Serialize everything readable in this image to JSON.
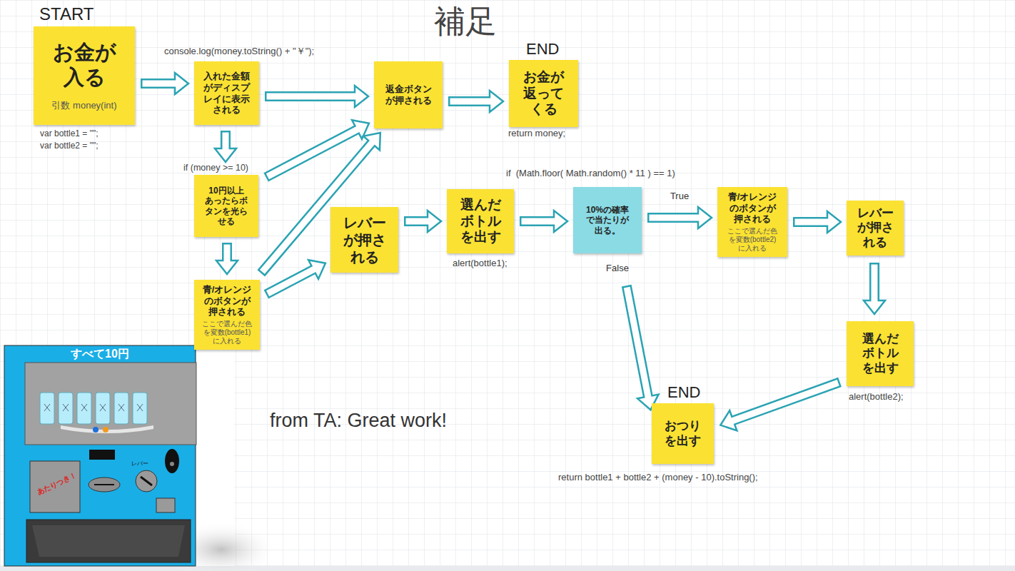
{
  "diagram": {
    "title": "補足",
    "nodes": [
      {
        "text": [
          "START",
          "お金が 入る",
          "引数 money(int)"
        ]
      },
      {
        "text": [
          "入れた金額 がディスプ レイに表示 される"
        ]
      },
      {
        "text": [
          "返金ボタン が押される"
        ]
      },
      {
        "text": [
          "END",
          "お金が 返って くる"
        ]
      },
      {
        "text": [
          "10円以上 あったらボ タンを光ら せる"
        ]
      },
      {
        "text": [
          "青/オレンジ のボタンが 押される",
          "ここで選んだ色 を変数(bottle1) に入れる"
        ]
      },
      {
        "text": [
          "レバー が押さ れる"
        ]
      },
      {
        "text": [
          "選んだ ボトル を出す"
        ]
      },
      {
        "text": [
          "10%の確率 で当たりが 出る。"
        ]
      },
      {
        "text": [
          "青/オレンジ のボタンが 押される",
          "ここで選んだ色 を変数(bottle2) に入れる"
        ]
      },
      {
        "text": [
          "レバー が押さ れる"
        ]
      },
      {
        "text": [
          "選んだ ボトル を出す"
        ]
      },
      {
        "text": [
          "END",
          "おつり を出す"
        ]
      }
    ],
    "edges": [
      {
        "from": 0,
        "to": 1,
        "arrow": "to"
      },
      {
        "from": 1,
        "to": 2,
        "arrow": "to"
      },
      {
        "from": 1,
        "to": 4,
        "arrow": "to"
      },
      {
        "from": 4,
        "to": 2,
        "arrow": "to"
      },
      {
        "from": 4,
        "to": 5,
        "arrow": "to"
      },
      {
        "from": 5,
        "to": 2,
        "arrow": "to"
      },
      {
        "from": 5,
        "to": 6,
        "arrow": "to"
      },
      {
        "from": 2,
        "to": 3,
        "arrow": "to"
      },
      {
        "from": 6,
        "to": 7,
        "arrow": "to"
      },
      {
        "from": 7,
        "to": 8,
        "arrow": "to"
      },
      {
        "from": 8,
        "to": 9,
        "label": "True",
        "arrow": "to"
      },
      {
        "from": 9,
        "to": 10,
        "arrow": "to"
      },
      {
        "from": 10,
        "to": 11,
        "arrow": "to"
      },
      {
        "from": 8,
        "to": 12,
        "label": "False",
        "arrow": "to"
      },
      {
        "from": 11,
        "to": 12,
        "arrow": "to"
      }
    ],
    "labels": [
      "console.log(money.toString() + \"￥\");",
      "var bottle1 = \"\";",
      "var bottle2 = \"\";",
      "if (money >= 10)",
      "return money;",
      "if  (Math.floor( Math.random() * 11 ) == 1)",
      "alert(bottle1);",
      "alert(bottle2);",
      "return bottle1 + bottle2 + (money - 10).toString();",
      "from TA: Great work!",
      "すべて10円",
      "あたりつき！",
      "レバー"
    ]
  }
}
